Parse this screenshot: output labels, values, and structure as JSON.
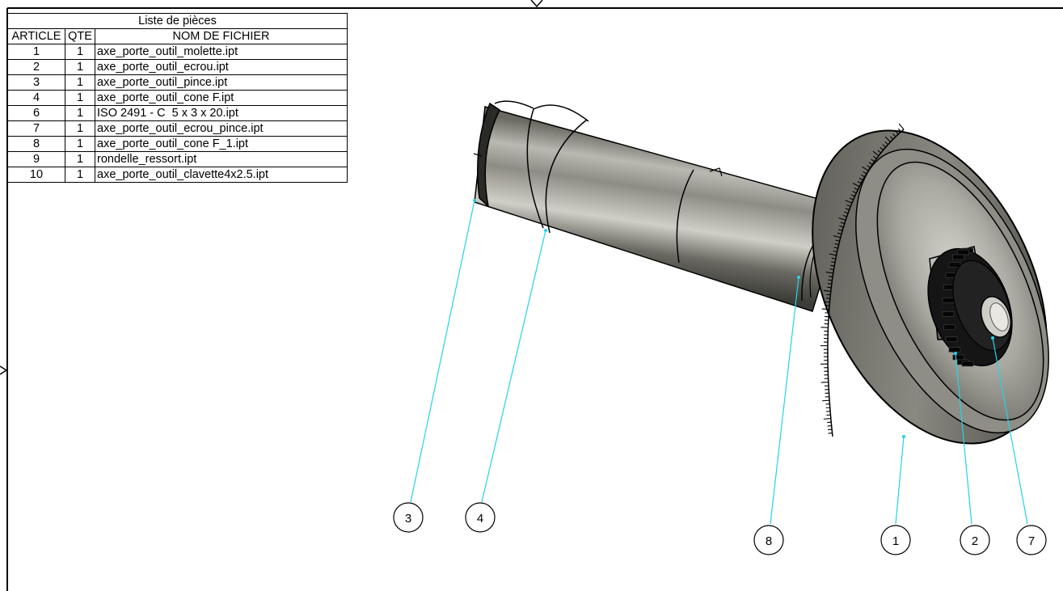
{
  "parts_list": {
    "title": "Liste de pièces",
    "headers": [
      "ARTICLE",
      "QTE",
      "NOM DE FICHIER"
    ],
    "rows": [
      {
        "article": "1",
        "qty": "1",
        "file": "axe_porte_outil_molette.ipt"
      },
      {
        "article": "2",
        "qty": "1",
        "file": "axe_porte_outil_ecrou.ipt"
      },
      {
        "article": "3",
        "qty": "1",
        "file": "axe_porte_outil_pince.ipt"
      },
      {
        "article": "4",
        "qty": "1",
        "file": "axe_porte_outil_cone F.ipt"
      },
      {
        "article": "6",
        "qty": "1",
        "file": "ISO 2491 - C  5 x 3 x 20.ipt"
      },
      {
        "article": "7",
        "qty": "1",
        "file": "axe_porte_outil_ecrou_pince.ipt"
      },
      {
        "article": "8",
        "qty": "1",
        "file": "axe_porte_outil_cone F_1.ipt"
      },
      {
        "article": "9",
        "qty": "1",
        "file": "rondelle_ressort.ipt"
      },
      {
        "article": "10",
        "qty": "1",
        "file": "axe_porte_outil_clavette4x2.5.ipt"
      }
    ]
  },
  "balloons": [
    "3",
    "4",
    "8",
    "1",
    "2",
    "7"
  ],
  "colors": {
    "leader": "#22d3e8",
    "metal_dark": "#4a4a44",
    "metal_light": "#c2c1b9",
    "knob": "#111111",
    "frame": "#000000"
  }
}
